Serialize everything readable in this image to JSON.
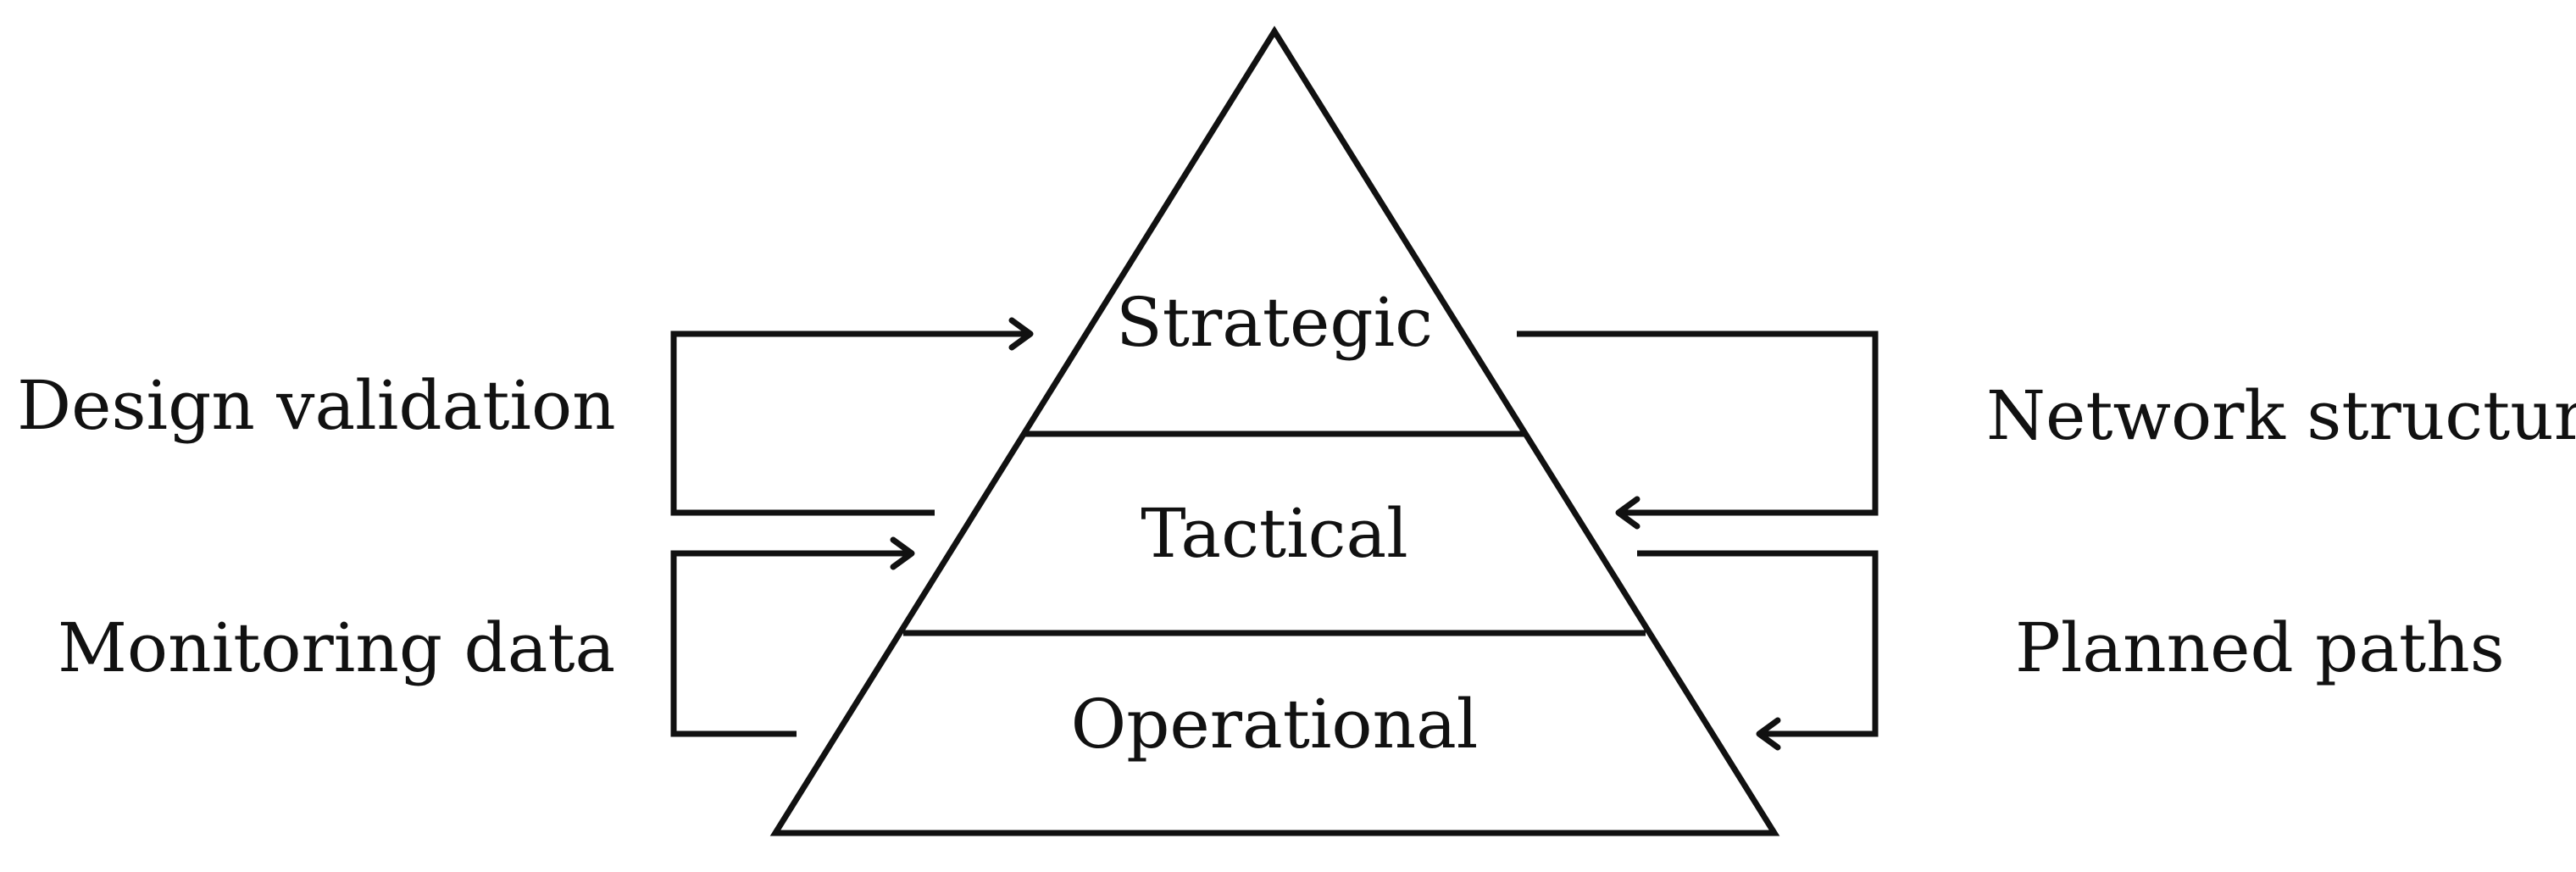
{
  "diagram": {
    "levels": {
      "strategic": "Strategic",
      "tactical": "Tactical",
      "operational": "Operational"
    },
    "left_labels": {
      "design_validation": "Design validation",
      "monitoring_data": "Monitoring data"
    },
    "right_labels": {
      "network_structure": "Network structure",
      "planned_paths": "Planned paths"
    }
  }
}
